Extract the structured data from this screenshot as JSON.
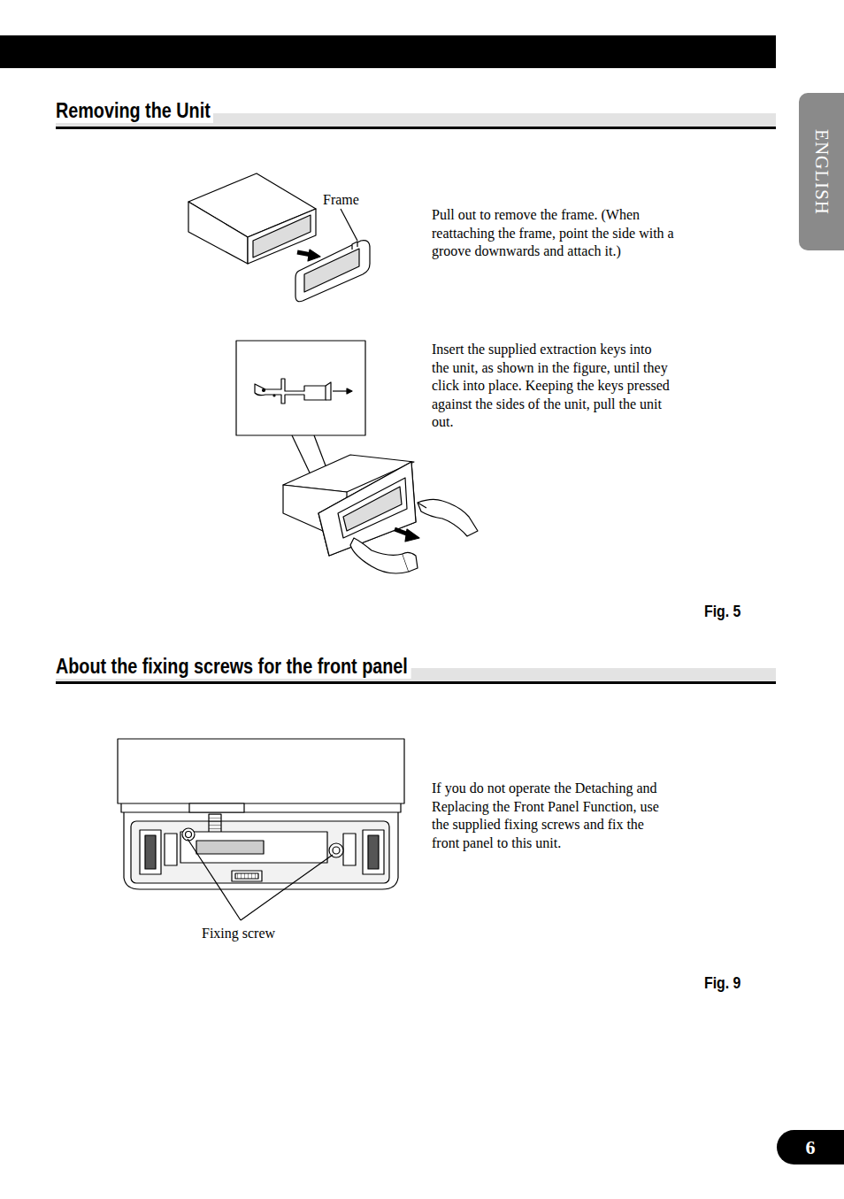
{
  "diagram": {
    "nodes": [
      {
        "text": [
          "ENGLISH"
        ]
      },
      {
        "text": [
          "6"
        ]
      }
    ],
    "labels": [
      "Removing the Unit",
      "Frame",
      "Pull out to remove the frame. (When reattaching the frame, point the side with a groove downwards and attach it.)",
      "Insert the supplied extraction keys into the unit, as shown in the figure, until they click into place. Keeping the keys pressed against the sides of the unit, pull the unit out.",
      "Fig. 5",
      "About the fixing screws for the front panel",
      "If you do not operate the Detaching and Replacing the Front Panel Function, use the supplied fixing screws and fix the front panel to this unit.",
      "Fixing screw",
      "Fig. 9"
    ]
  }
}
